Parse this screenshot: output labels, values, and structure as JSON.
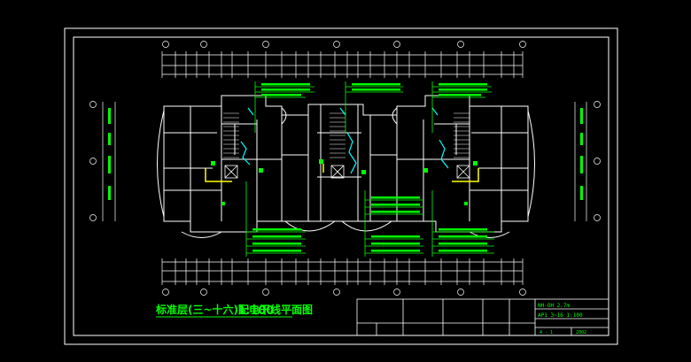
{
  "drawing": {
    "title": "标准层(三~十六)配电干线平面图",
    "scale": "1:100",
    "colors": {
      "background": "#000000",
      "border": "#ffffff",
      "walls": "#ffffff",
      "annotation": "#00ff00",
      "wiring": "#00ffff",
      "highlight": "#ffff00"
    }
  },
  "title_block": {
    "row1": "NH-OH 2.7m",
    "row2": "AP1 3~16 1:100",
    "row3_left": "4  -  1",
    "row3_right": "2002"
  }
}
